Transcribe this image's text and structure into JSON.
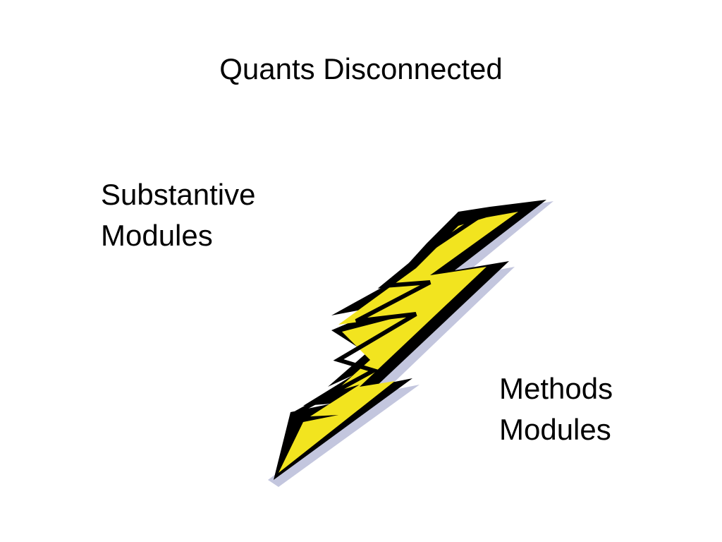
{
  "slide": {
    "title": "Quants Disconnected",
    "left_label": {
      "line1": "Substantive",
      "line2": "Modules"
    },
    "right_label": {
      "line1": "Methods",
      "line2": "Modules"
    },
    "graphic": {
      "icon": "lightning-bolt-icon",
      "fill_color": "#f2e41f",
      "outline_color": "#000000",
      "shadow_color": "#b8bcd8"
    }
  }
}
